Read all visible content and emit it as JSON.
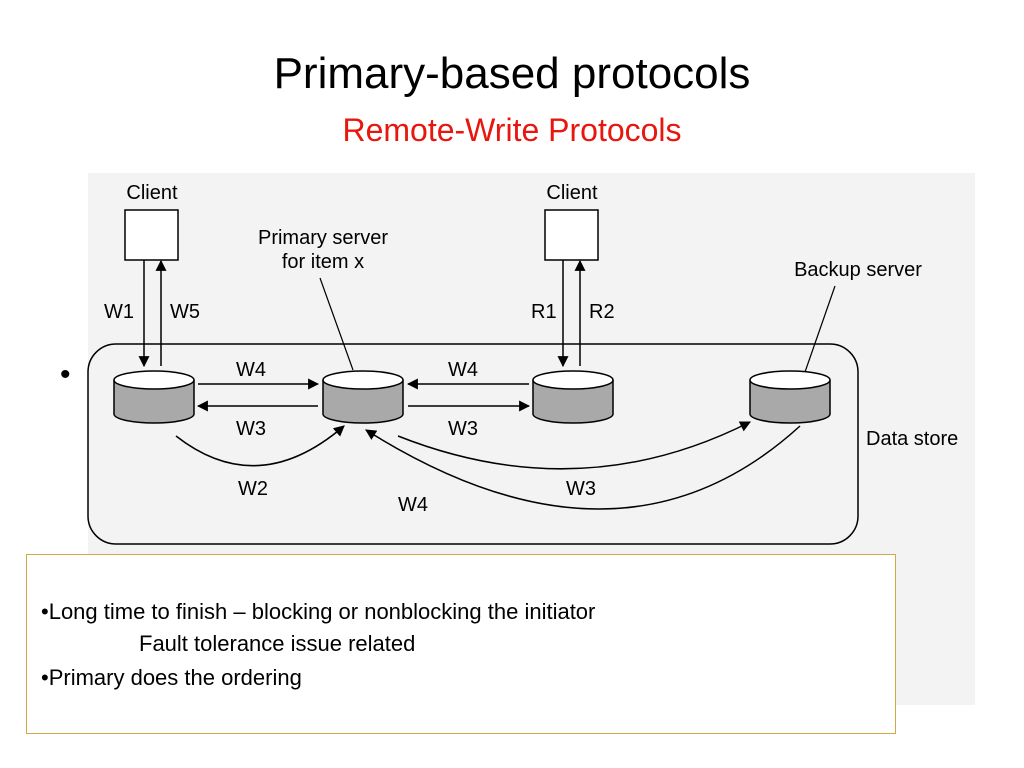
{
  "slide": {
    "title": "Primary-based protocols",
    "subtitle": "Remote-Write Protocols"
  },
  "diagram": {
    "client_left": "Client",
    "client_right": "Client",
    "primary_label_line1": "Primary server",
    "primary_label_line2": "for item x",
    "backup_label": "Backup server",
    "data_store_label": "Data store",
    "labels": {
      "w1": "W1",
      "w5": "W5",
      "r1": "R1",
      "r2": "R2",
      "w4_top_left": "W4",
      "w3_mid_left": "W3",
      "w4_top_right": "W4",
      "w3_mid_right": "W3",
      "w2_bottom": "W2",
      "w4_bottom": "W4",
      "w3_bottom": "W3"
    }
  },
  "bullet_glyph": "•",
  "notes": {
    "line1": "•Long time to finish – blocking or nonblocking the initiator",
    "line2": "Fault tolerance issue related",
    "line3": "•Primary does the ordering"
  },
  "colors": {
    "subtitle": "#e8160c",
    "cylinder_fill": "#a9a9a9",
    "box_border": "#d2a84a"
  }
}
